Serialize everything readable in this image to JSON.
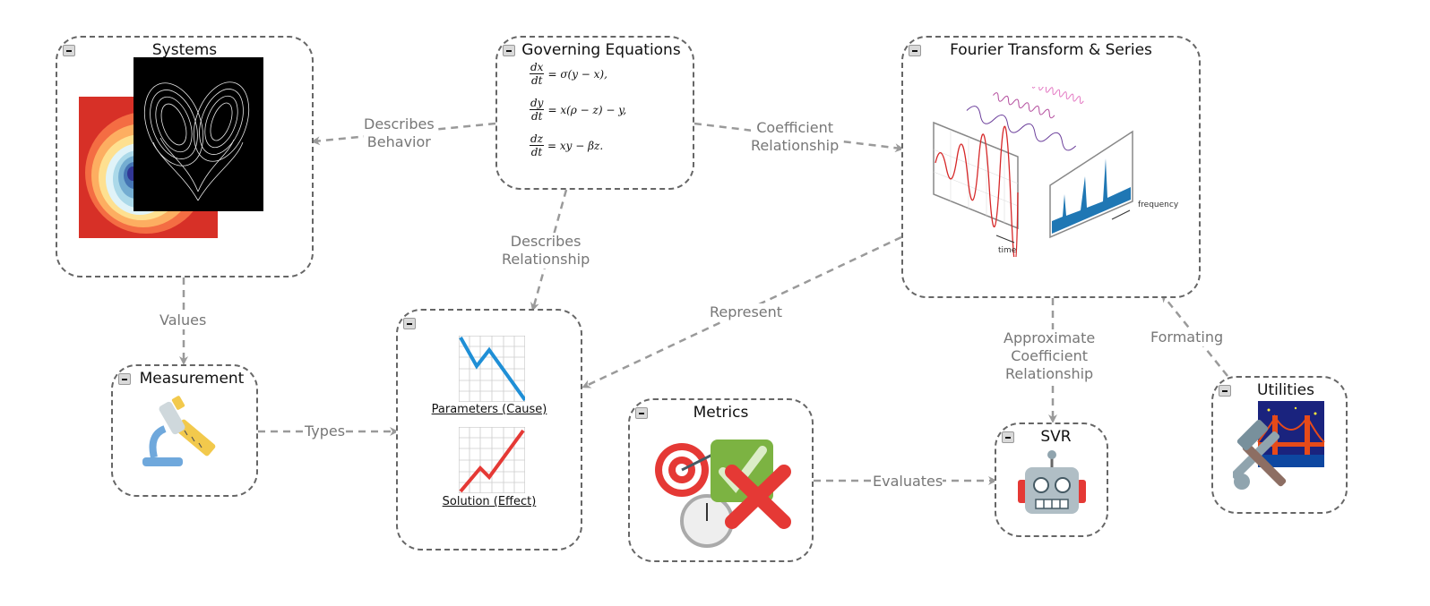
{
  "nodes": {
    "systems": {
      "title": "Systems"
    },
    "equations": {
      "title": "Governing Equations",
      "eq1": {
        "num": "dx",
        "den": "dt",
        "rhs": "= σ(y − x),"
      },
      "eq2": {
        "num": "dy",
        "den": "dt",
        "rhs": "= x(ρ − z) − y,"
      },
      "eq3": {
        "num": "dz",
        "den": "dt",
        "rhs": "= xy − βz."
      }
    },
    "fourier": {
      "title": "Fourier Transform & Series",
      "time_label": "time",
      "frequency_label": "frequency"
    },
    "measurement": {
      "title": "Measurement"
    },
    "params": {
      "param_label": "Parameters (Cause)",
      "solution_label": "Solution (Effect)"
    },
    "metrics": {
      "title": "Metrics"
    },
    "svr": {
      "title": "SVR"
    },
    "utilities": {
      "title": "Utilities"
    }
  },
  "edges": {
    "describes_behavior": "Describes\nBehavior",
    "coefficient_relationship": "Coefficient\nRelationship",
    "describes_relationship": "Describes\nRelationship",
    "values": "Values",
    "represent": "Represent",
    "types": "Types",
    "approx": "Approximate\nCoefficient\nRelationship",
    "formating": "Formating",
    "evaluates": "Evaluates"
  },
  "colors": {
    "border": "#666666",
    "edge": "#9a9a9a",
    "label": "#777777"
  }
}
